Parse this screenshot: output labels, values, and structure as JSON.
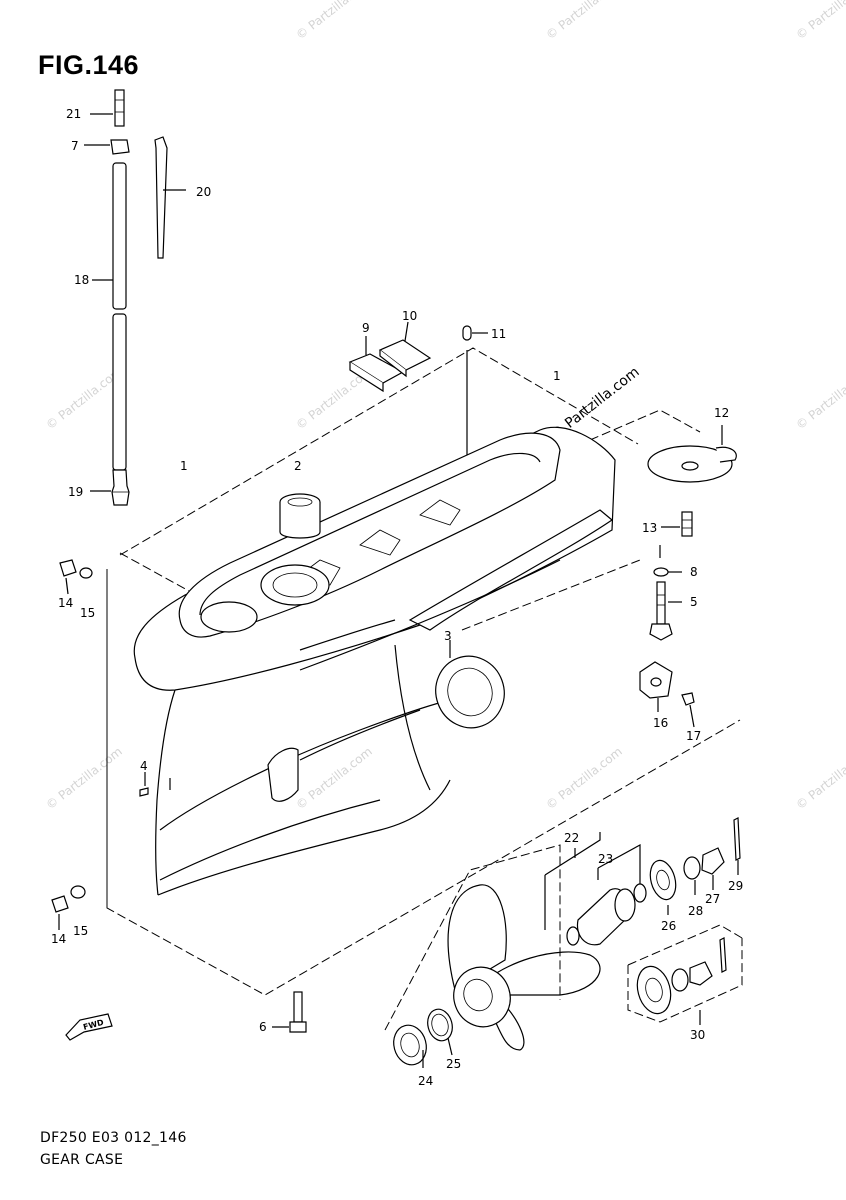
{
  "figure": {
    "title": "FIG.146",
    "code": "DF250 E03 012_146",
    "caption": "GEAR CASE"
  },
  "watermark": {
    "text": "© Partzilla.com"
  },
  "callouts": [
    {
      "id": "c1",
      "label": "1"
    },
    {
      "id": "c1b",
      "label": "1"
    },
    {
      "id": "c2",
      "label": "2"
    },
    {
      "id": "c3",
      "label": "3"
    },
    {
      "id": "c4",
      "label": "4"
    },
    {
      "id": "c5",
      "label": "5"
    },
    {
      "id": "c6",
      "label": "6"
    },
    {
      "id": "c7",
      "label": "7"
    },
    {
      "id": "c8",
      "label": "8"
    },
    {
      "id": "c9",
      "label": "9"
    },
    {
      "id": "c10",
      "label": "10"
    },
    {
      "id": "c11",
      "label": "11"
    },
    {
      "id": "c12",
      "label": "12"
    },
    {
      "id": "c13",
      "label": "13"
    },
    {
      "id": "c14a",
      "label": "14"
    },
    {
      "id": "c15a",
      "label": "15"
    },
    {
      "id": "c14b",
      "label": "14"
    },
    {
      "id": "c15b",
      "label": "15"
    },
    {
      "id": "c16",
      "label": "16"
    },
    {
      "id": "c17",
      "label": "17"
    },
    {
      "id": "c18",
      "label": "18"
    },
    {
      "id": "c19",
      "label": "19"
    },
    {
      "id": "c20",
      "label": "20"
    },
    {
      "id": "c21",
      "label": "21"
    },
    {
      "id": "c22",
      "label": "22"
    },
    {
      "id": "c23",
      "label": "23"
    },
    {
      "id": "c24",
      "label": "24"
    },
    {
      "id": "c25",
      "label": "25"
    },
    {
      "id": "c26",
      "label": "26"
    },
    {
      "id": "c27",
      "label": "27"
    },
    {
      "id": "c28",
      "label": "28"
    },
    {
      "id": "c29",
      "label": "29"
    },
    {
      "id": "c30",
      "label": "30"
    }
  ]
}
